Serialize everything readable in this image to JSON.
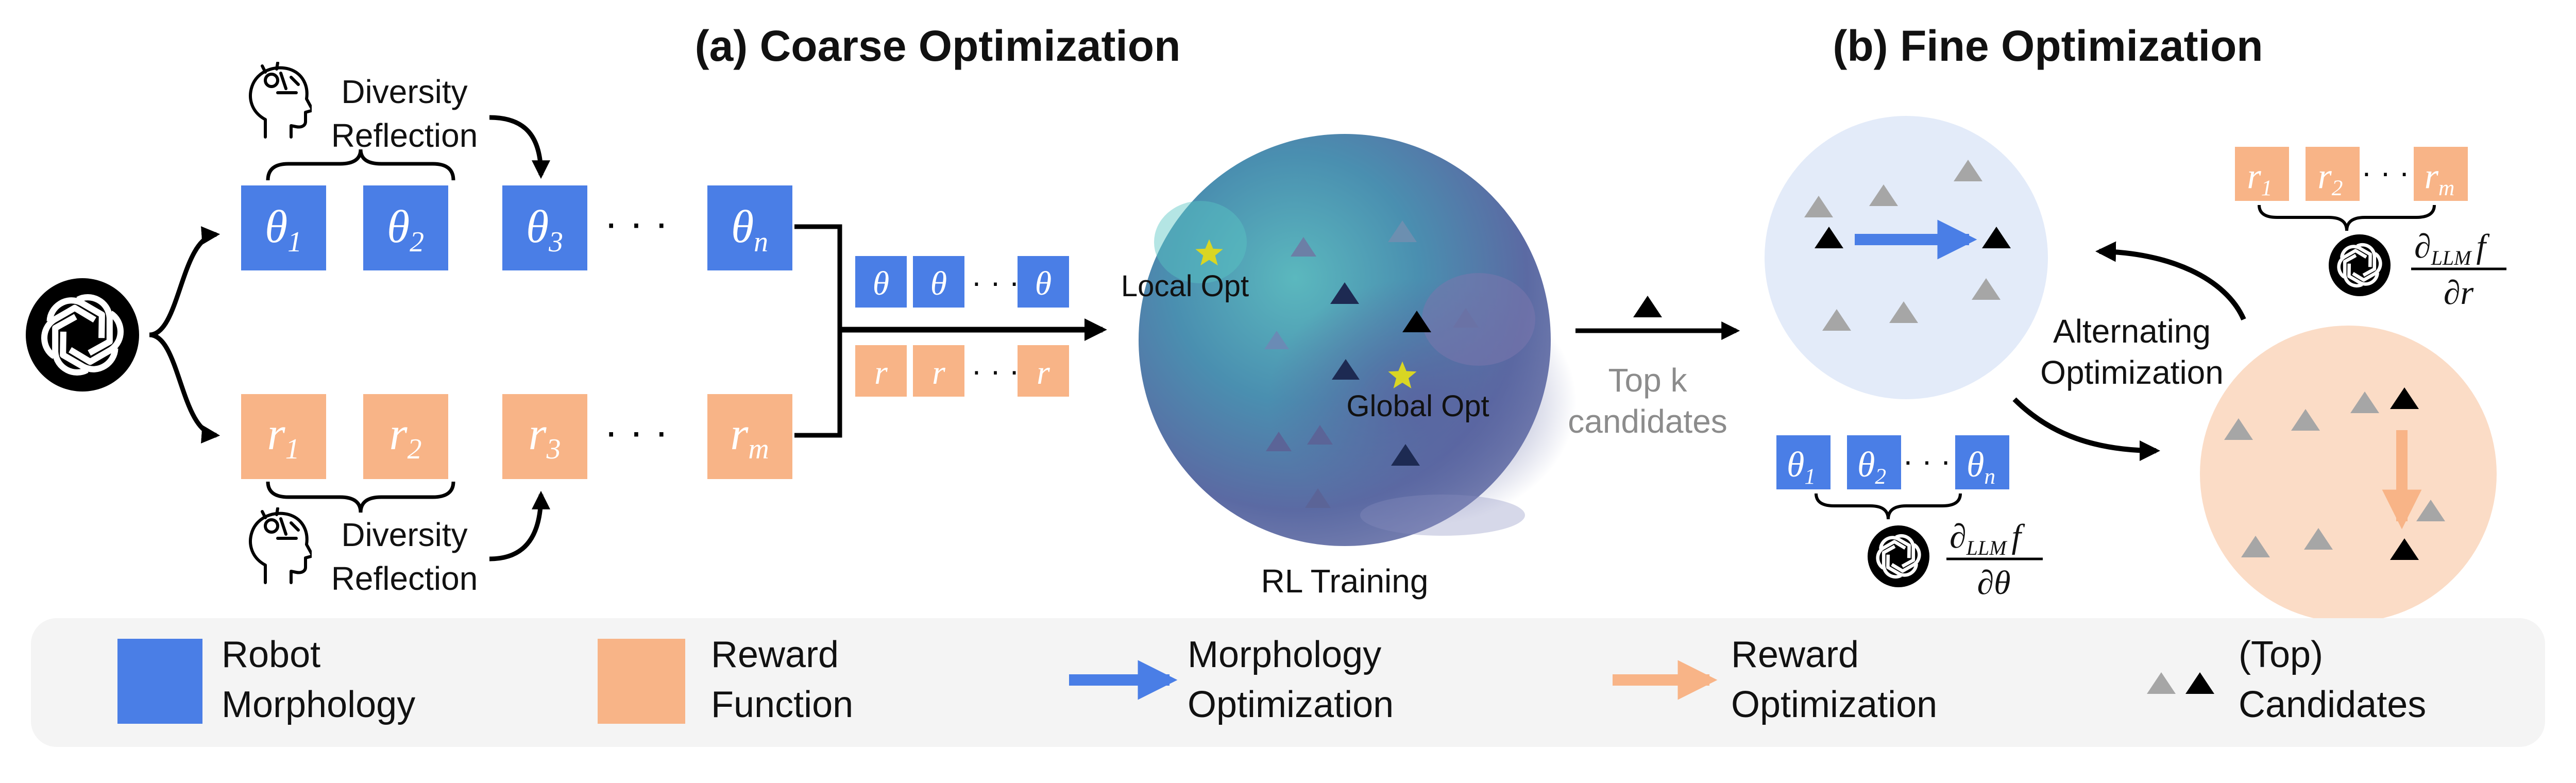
{
  "titles": {
    "coarse": "(a) Coarse Optimization",
    "fine": "(b) Fine Optimization"
  },
  "reflection": {
    "line1": "Diversity",
    "line2": "Reflection"
  },
  "tokens": {
    "theta": "θ",
    "reward": "r",
    "sub1": "1",
    "sub2": "2",
    "sub3": "3",
    "subn": "n",
    "subm": "m",
    "dots": "· · ·",
    "llm_sub": "LLM"
  },
  "training": {
    "local_opt": "Local Opt",
    "global_opt": "Global Opt",
    "caption": "RL Training"
  },
  "transfer": {
    "line1": "Top k",
    "line2": "candidates"
  },
  "fine": {
    "alternating_line1": "Alternating",
    "alternating_line2": "Optimization",
    "grad_partial": "∂",
    "grad_f": "f",
    "grad_r_denom": "∂r",
    "grad_theta_denom": "∂θ"
  },
  "legend": {
    "morph_line1": "Robot",
    "morph_line2": "Morphology",
    "reward_line1": "Reward",
    "reward_line2": "Function",
    "morph_opt_line1": "Morphology",
    "morph_opt_line2": "Optimization",
    "reward_opt_line1": "Reward",
    "reward_opt_line2": "Optimization",
    "cand_line1": "(Top)",
    "cand_line2": "Candidates"
  },
  "colors": {
    "morphology_blue": "#4a7ee6",
    "reward_orange": "#f8b487",
    "fine_top_circle": "#e3ebf9",
    "fine_bottom_circle": "#fbdcc6",
    "candidate_gray": "#a6a6a6",
    "top_candidate": "#000000",
    "legend_bg": "#f4f4f4"
  },
  "icons": [
    "llm-logo-icon",
    "thinking-head-icon",
    "star-icon",
    "triangle-icon"
  ]
}
